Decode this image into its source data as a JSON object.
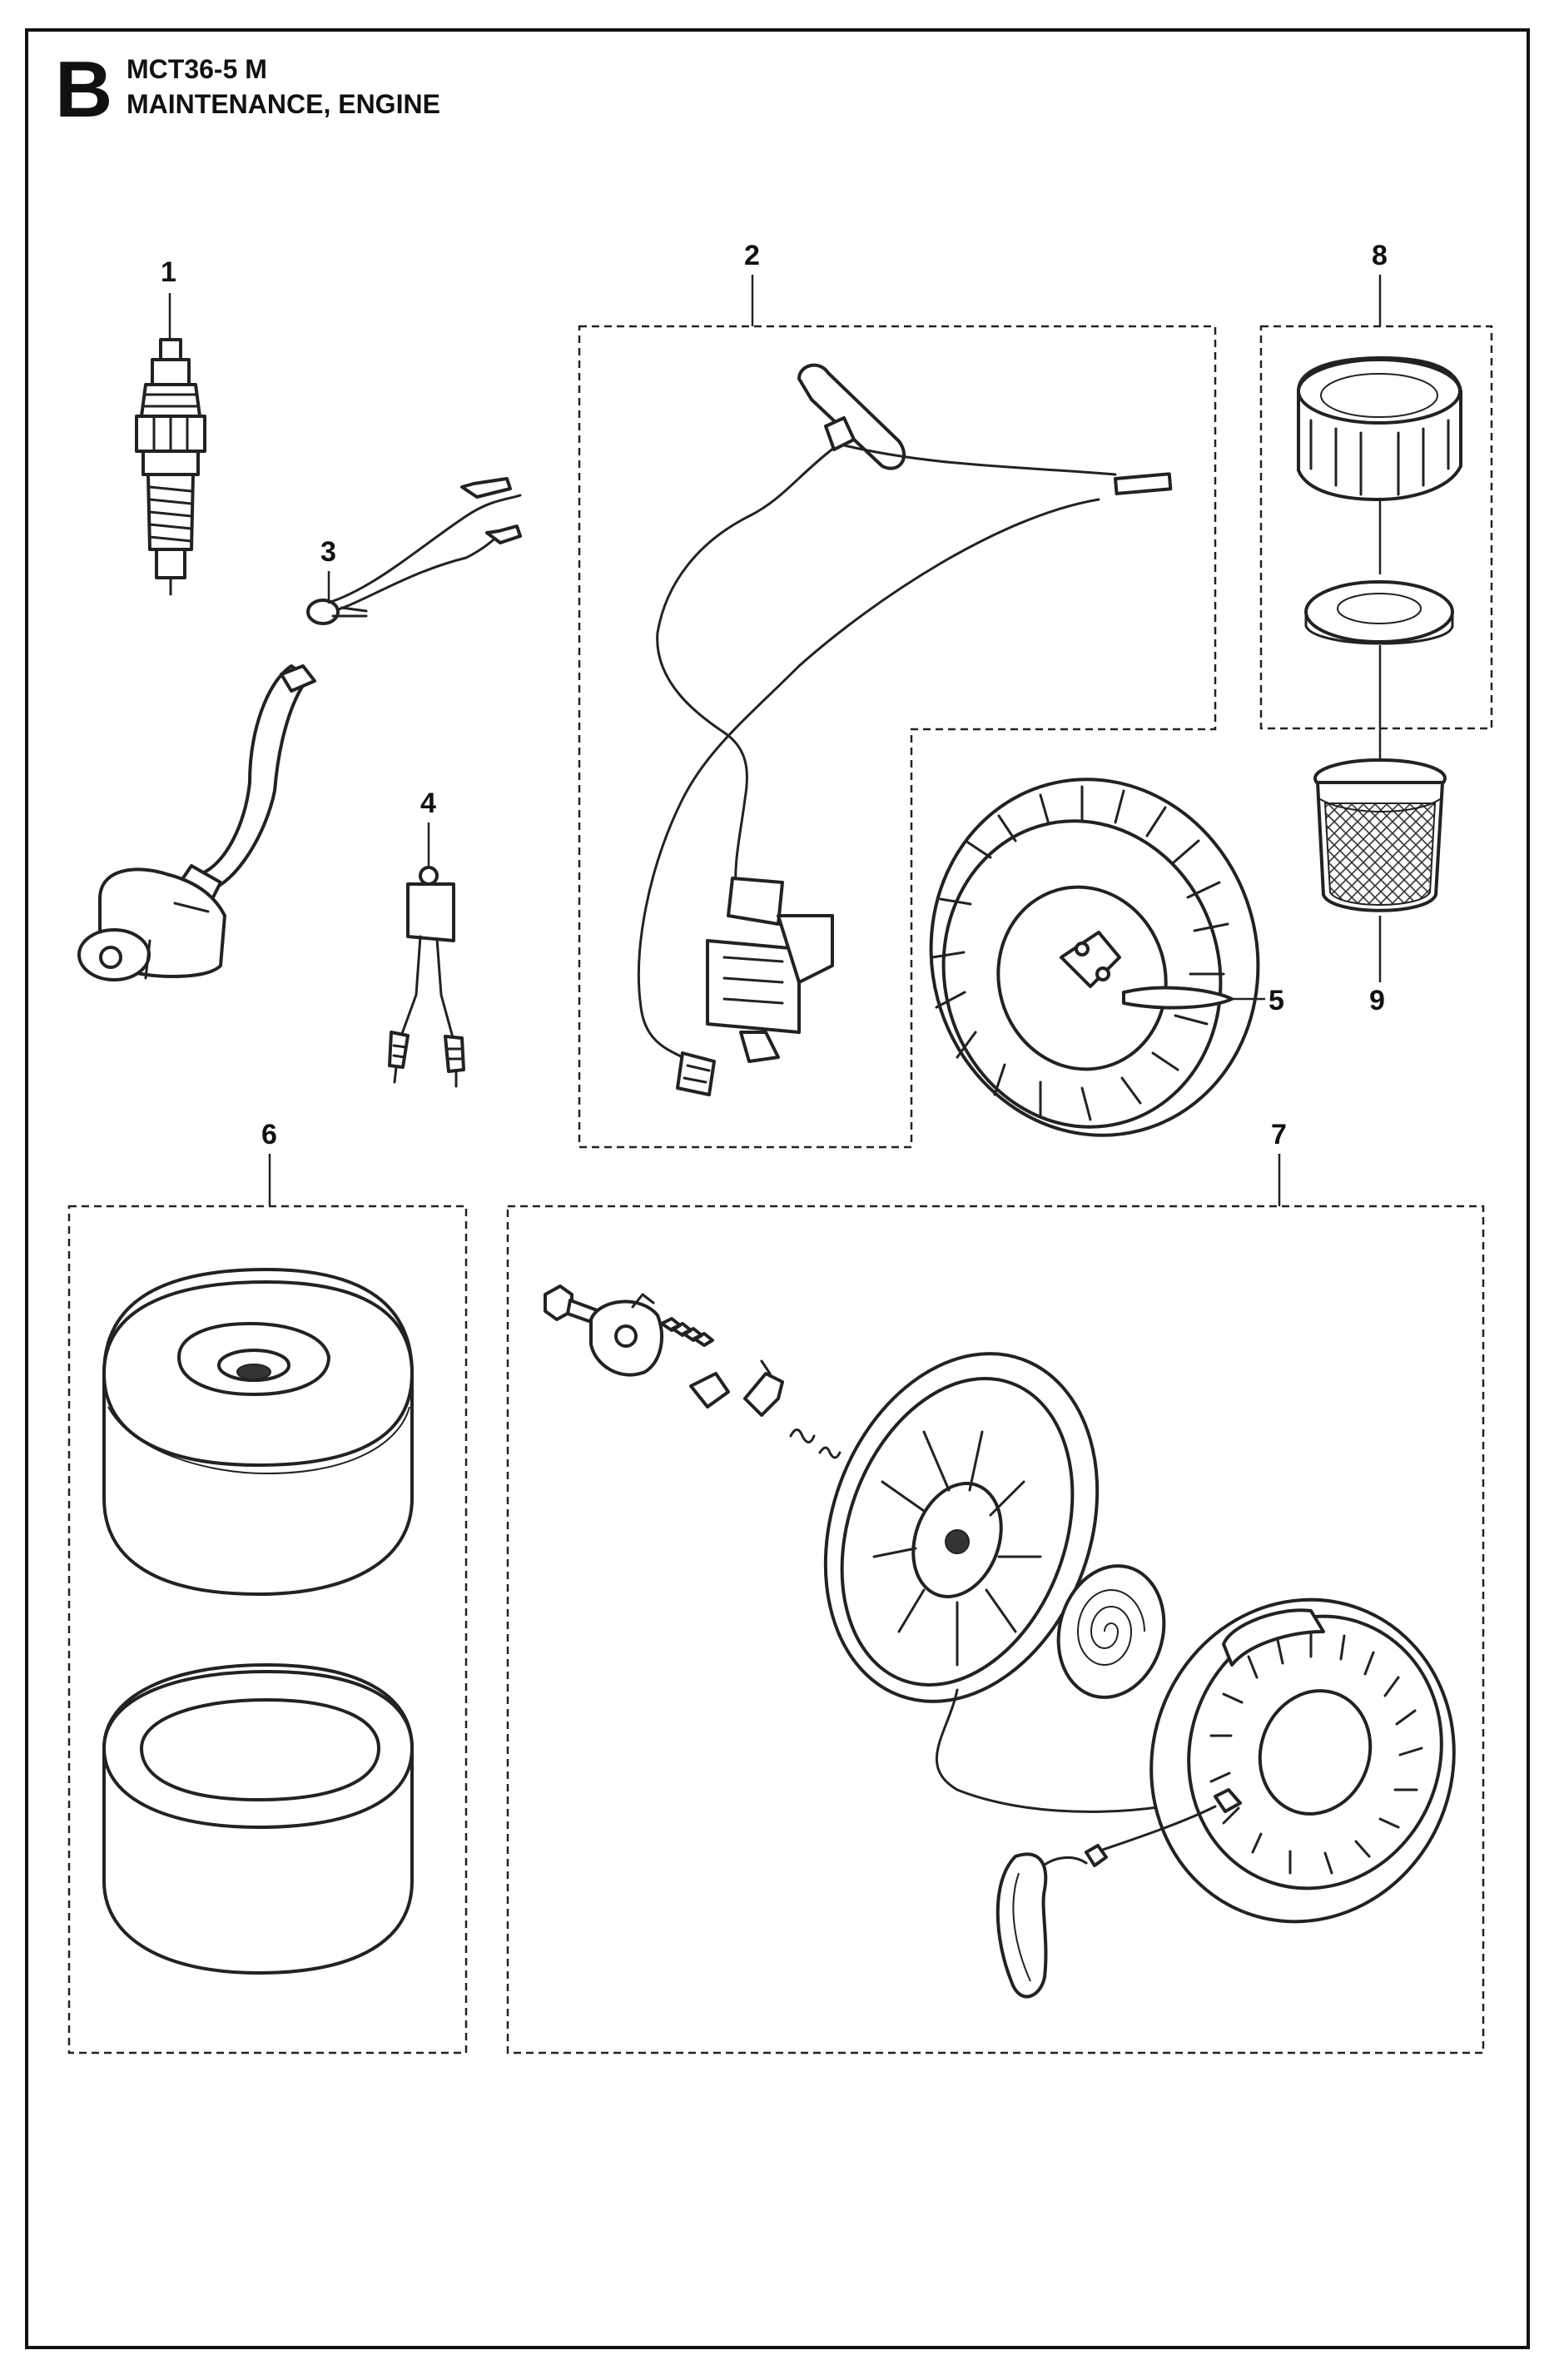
{
  "header": {
    "section_letter": "B",
    "model": "MCT36-5 M",
    "title": "MAINTENANCE, ENGINE"
  },
  "callouts": [
    "1",
    "2",
    "3",
    "4",
    "5",
    "6",
    "7",
    "8",
    "9"
  ]
}
